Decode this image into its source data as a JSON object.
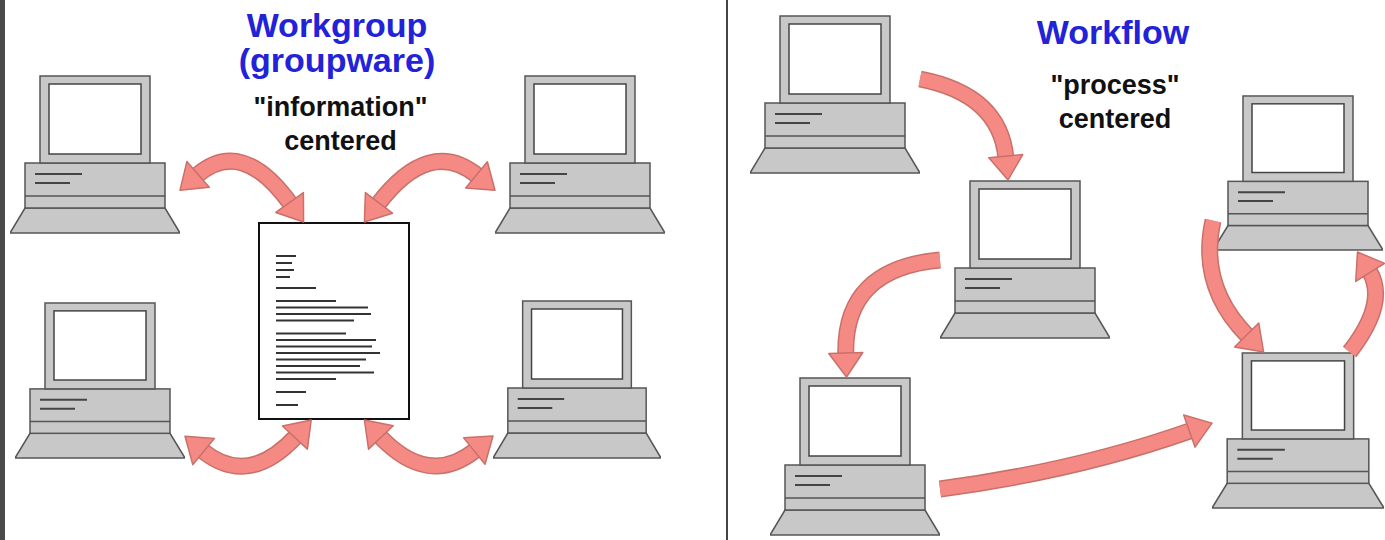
{
  "diagram": {
    "nodes": [
      {
        "text": []
      },
      {
        "text": []
      },
      {
        "text": []
      },
      {
        "text": []
      },
      {
        "text": []
      },
      {
        "text": []
      },
      {
        "text": []
      },
      {
        "text": []
      },
      {
        "text": []
      },
      {
        "text": []
      }
    ],
    "edges": [
      {
        "from": 0,
        "to": 2,
        "arrow": "both"
      },
      {
        "from": 1,
        "to": 2,
        "arrow": "both"
      },
      {
        "from": 3,
        "to": 2,
        "arrow": "both"
      },
      {
        "from": 4,
        "to": 2,
        "arrow": "both"
      },
      {
        "from": 5,
        "to": 6,
        "arrow": "to"
      },
      {
        "from": 6,
        "to": 7,
        "arrow": "to"
      },
      {
        "from": 7,
        "to": 8,
        "arrow": "to"
      },
      {
        "from": 8,
        "to": 9,
        "arrow": "to"
      },
      {
        "from": 9,
        "to": 8,
        "arrow": "to"
      }
    ],
    "labels": [
      "Workgroup (groupware)",
      "\"information\" centered",
      "Workflow",
      "\"process\" centered"
    ]
  }
}
